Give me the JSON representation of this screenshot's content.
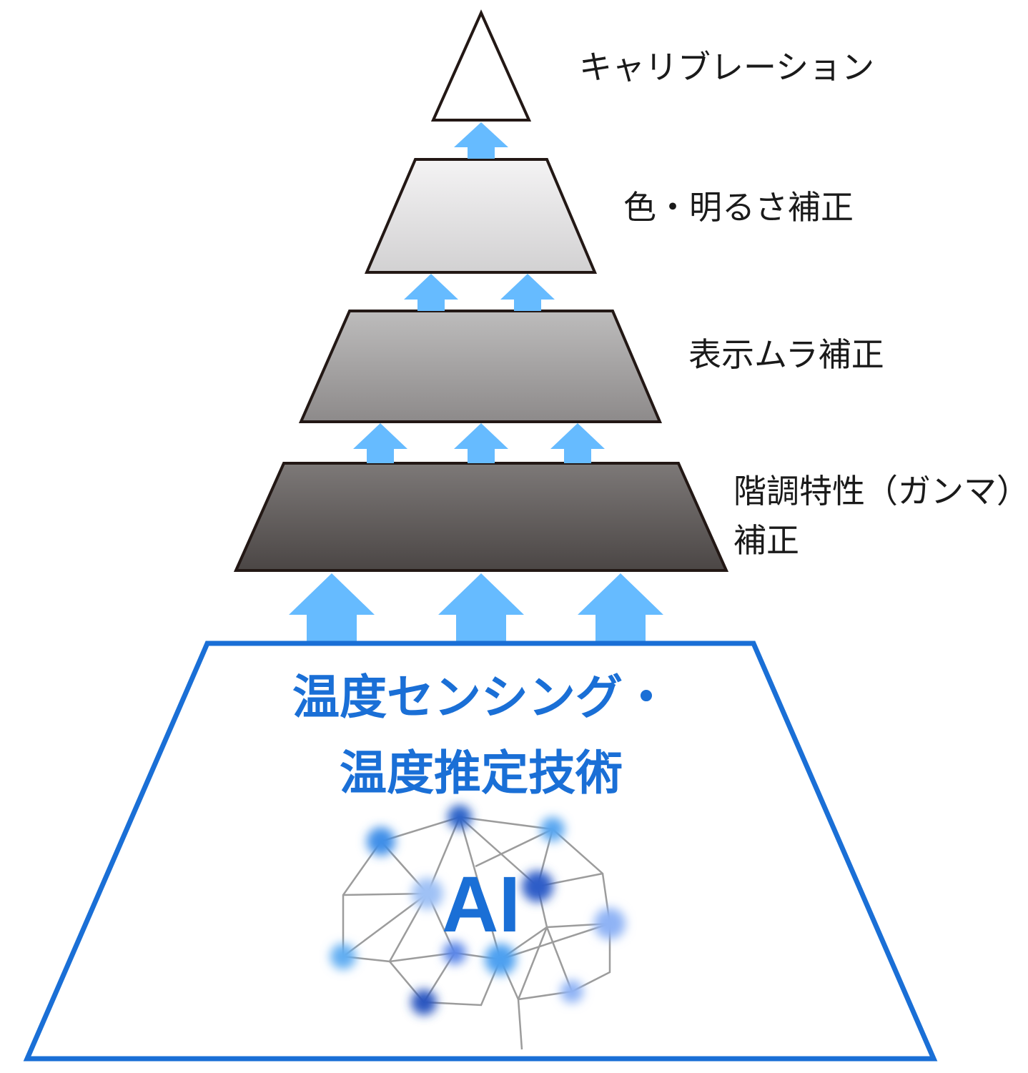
{
  "layers": [
    {
      "label": "キャリブレーション"
    },
    {
      "label": "色・明るさ補正"
    },
    {
      "label": "表示ムラ補正"
    },
    {
      "label_line1": "階調特性（ガンマ）",
      "label_line2": "補正"
    }
  ],
  "base": {
    "title_line1": "温度センシング・",
    "title_line2": "温度推定技術",
    "ai_label": "AI"
  },
  "colors": {
    "arrow": "#66bbff",
    "base_border": "#1a6fd6",
    "accent_text": "#1a6fd6",
    "outline": "#231815"
  },
  "icons": {
    "ai_network": "neural-network-brain-icon"
  }
}
